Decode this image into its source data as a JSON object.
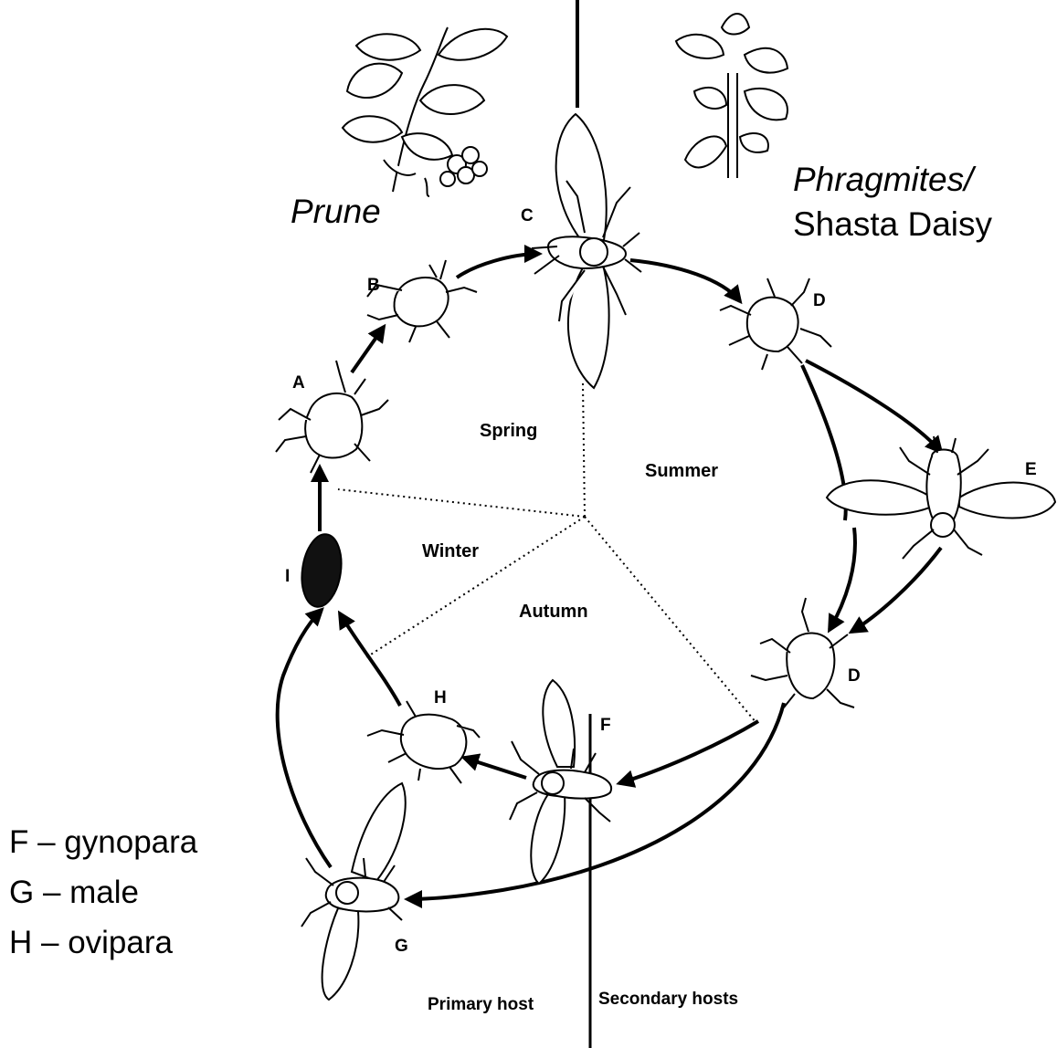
{
  "host_labels": {
    "primary_plant": "Prune",
    "secondary_plant_line1": "Phragmites/",
    "secondary_plant_line2": "Shasta Daisy"
  },
  "seasons": {
    "spring": "Spring",
    "summer": "Summer",
    "autumn": "Autumn",
    "winter": "Winter"
  },
  "stages": {
    "A": "A",
    "B": "B",
    "C": "C",
    "D1": "D",
    "E": "E",
    "D2": "D",
    "F": "F",
    "G": "G",
    "H": "H",
    "I": "I"
  },
  "footer": {
    "primary_host": "Primary host",
    "secondary_hosts": "Secondary hosts"
  },
  "legend": [
    "F – gynopara",
    "G – male",
    "H – ovipara"
  ]
}
